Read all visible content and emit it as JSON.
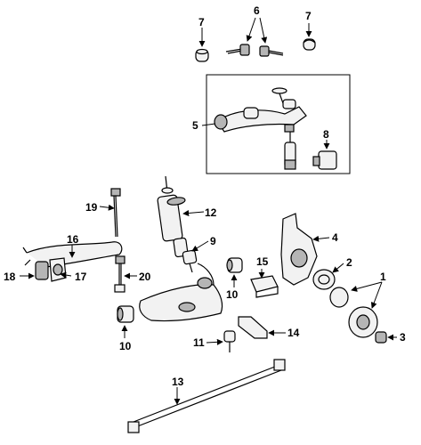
{
  "diagram": {
    "callouts": [
      {
        "id": "c1",
        "text": "1"
      },
      {
        "id": "c2",
        "text": "2"
      },
      {
        "id": "c3",
        "text": "3"
      },
      {
        "id": "c4",
        "text": "4"
      },
      {
        "id": "c5",
        "text": "5"
      },
      {
        "id": "c6",
        "text": "6"
      },
      {
        "id": "c7a",
        "text": "7"
      },
      {
        "id": "c7b",
        "text": "7"
      },
      {
        "id": "c8",
        "text": "8"
      },
      {
        "id": "c9",
        "text": "9"
      },
      {
        "id": "c10a",
        "text": "10"
      },
      {
        "id": "c10b",
        "text": "10"
      },
      {
        "id": "c11",
        "text": "11"
      },
      {
        "id": "c12",
        "text": "12"
      },
      {
        "id": "c13",
        "text": "13"
      },
      {
        "id": "c14",
        "text": "14"
      },
      {
        "id": "c15",
        "text": "15"
      },
      {
        "id": "c16",
        "text": "16"
      },
      {
        "id": "c17",
        "text": "17"
      },
      {
        "id": "c18",
        "text": "18"
      },
      {
        "id": "c19",
        "text": "19"
      },
      {
        "id": "c20",
        "text": "20"
      }
    ]
  }
}
